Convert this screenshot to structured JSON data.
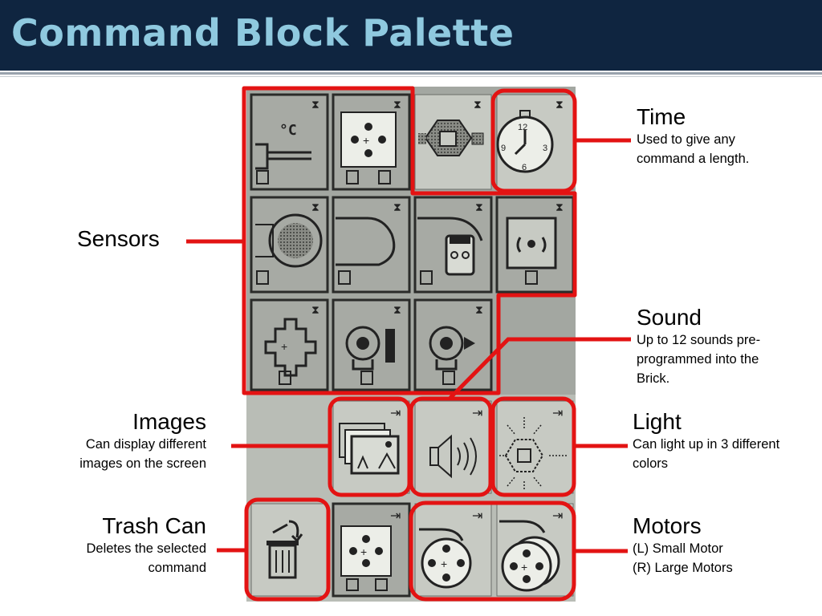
{
  "title": "Command Block Palette",
  "accent_color": "#e31313",
  "title_bar_color": "#0f2540",
  "title_text_color": "#8fc9df",
  "labels": {
    "time": {
      "head": "Time",
      "desc_lines": [
        "Used to give any",
        "command a length."
      ]
    },
    "sensors": {
      "head": "Sensors"
    },
    "sound": {
      "head": "Sound",
      "desc_lines": [
        "Up to 12 sounds pre-",
        "programmed into the",
        "Brick."
      ]
    },
    "images": {
      "head": "Images",
      "desc_lines": [
        "Can display different",
        "images on the screen"
      ]
    },
    "light": {
      "head": "Light",
      "desc_lines": [
        "Can light up in 3 different",
        "colors"
      ]
    },
    "trash": {
      "head": "Trash Can",
      "desc_lines": [
        "Deletes the selected",
        "command"
      ]
    },
    "motors": {
      "head": "Motors",
      "desc_lines": [
        "(L) Small Motor",
        "(R) Large Motors"
      ]
    }
  },
  "palette": {
    "icons": {
      "r0c0": "temperature-sensor-icon",
      "r0c1": "brick-buttons-icon",
      "r0c2": "color-sensor-hex-icon",
      "r0c3": "timer-icon",
      "r1c0": "ultrasonic-sensor-icon",
      "r1c1": "touch-sensor-icon",
      "r1c2": "sound-sensor-icon",
      "r1c3": "rotation-sensor-icon",
      "r2c0": "motor-rotation-icon",
      "r2c1": "large-motor-rotation-icon",
      "r2c2": "small-motor-rotation-icon",
      "r3c1": "display-image-icon",
      "r3c2": "speaker-sound-icon",
      "r3c3": "brick-status-light-icon",
      "r4c0": "trash-can-icon",
      "r4c1": "brick-buttons-output-icon",
      "r4c2": "medium-motor-icon",
      "r4c3": "large-motors-icon"
    }
  }
}
